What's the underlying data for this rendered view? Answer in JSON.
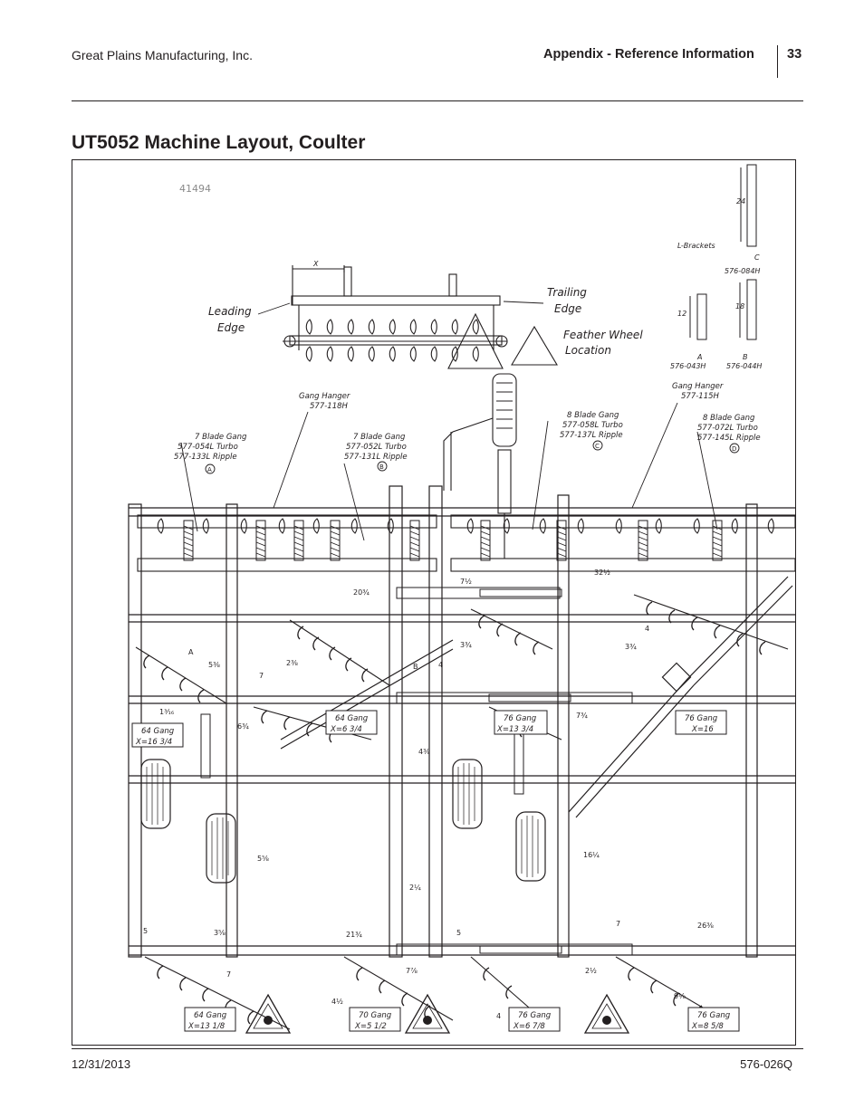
{
  "header": {
    "company": "Great Plains Manufacturing, Inc.",
    "section": "Appendix - Reference Information",
    "page_number": "33"
  },
  "title": "UT5052 Machine Layout, Coulter",
  "figure": {
    "figure_id": "41494",
    "callouts": {
      "leading_edge_1": "Leading",
      "leading_edge_2": "Edge",
      "trailing_edge_1": "Trailing",
      "trailing_edge_2": "Edge",
      "feather_wheel_1": "Feather Wheel",
      "feather_wheel_2": "Location",
      "dim_x": "X",
      "l_brackets": "L-Brackets",
      "bracket_24": "24",
      "bracket_12": "12",
      "bracket_18": "18",
      "bracket_c_letter": "C",
      "bracket_c_part": "576-084H",
      "bracket_a_letter": "A",
      "bracket_a_part": "576-043H",
      "bracket_b_letter": "B",
      "bracket_b_part": "576-044H",
      "gang_hanger_left_1": "Gang Hanger",
      "gang_hanger_left_2": "577-118H",
      "gang_hanger_right_1": "Gang Hanger",
      "gang_hanger_right_2": "577-115H",
      "gang_a_1": "7 Blade Gang",
      "gang_a_2": "577-054L Turbo",
      "gang_a_3": "577-133L Ripple",
      "gang_a_letter": "A",
      "gang_b_1": "7 Blade Gang",
      "gang_b_2": "577-052L Turbo",
      "gang_b_3": "577-131L Ripple",
      "gang_b_letter": "B",
      "gang_c_1": "8 Blade Gang",
      "gang_c_2": "577-058L Turbo",
      "gang_c_3": "577-137L Ripple",
      "gang_c_letter": "C",
      "gang_d_1": "8 Blade Gang",
      "gang_d_2": "577-072L Turbo",
      "gang_d_3": "577-145L Ripple",
      "gang_d_letter": "D"
    },
    "gang_boxes": [
      {
        "line1": "64 Gang",
        "line2": "X=16 3/4"
      },
      {
        "line1": "64 Gang",
        "line2": "X=6 3/4"
      },
      {
        "line1": "76 Gang",
        "line2": "X=13 3/4"
      },
      {
        "line1": "76 Gang",
        "line2": "X=16"
      },
      {
        "line1": "64 Gang",
        "line2": "X=13 1/8"
      },
      {
        "line1": "70 Gang",
        "line2": "X=5 1/2"
      },
      {
        "line1": "76 Gang",
        "line2": "X=6 7/8"
      },
      {
        "line1": "76 Gang",
        "line2": "X=8 5/8"
      }
    ],
    "dimensions": {
      "d_7_half": "7½",
      "d_32_half": "32½",
      "d_20_3_4": "20¾",
      "d_3_3_4_a": "3¾",
      "d_3_3_4_b": "3¾",
      "d_4_a": "4",
      "d_4_b": "4",
      "d_4_c": "4",
      "d_5_3_8": "5⅜",
      "d_7_a": "7",
      "d_2_3_8": "2⅜",
      "d_1_3_16": "1³⁄₁₆",
      "d_6_3_4": "6¾",
      "d_7_3_4": "7¾",
      "d_4_3_8": "4⅜",
      "d_5_5_8": "5⅝",
      "d_16_1_4": "16¼",
      "d_2_1_4": "2¼",
      "d_21_3_4": "21¾",
      "d_5_a": "5",
      "d_5_b": "5",
      "d_3_5_8": "3⅝",
      "d_26_3_8": "26⅜",
      "d_7_b": "7",
      "d_7_7_8": "7⅞",
      "d_2_1_2": "2½",
      "d_9_1_8": "9⅛",
      "d_4_1_2": "4½",
      "d_7_c": "7",
      "letter_a": "A",
      "letter_b": "B"
    }
  },
  "footer": {
    "date": "12/31/2013",
    "doc_number": "576-026Q"
  }
}
